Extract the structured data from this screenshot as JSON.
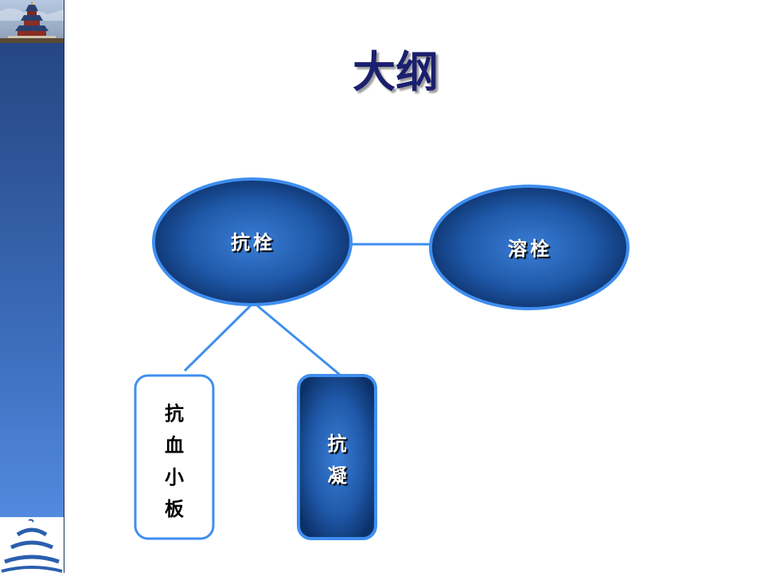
{
  "page": {
    "title": "大纲"
  },
  "diagram": {
    "nodes": {
      "antithrombotic": "抗栓",
      "thrombolytic": "溶栓",
      "antiplatelet": [
        "抗",
        "血",
        "小",
        "板"
      ],
      "anticoagulant": [
        "抗",
        "凝"
      ]
    }
  },
  "colors": {
    "ellipse_fill_center": "#3a7ed6",
    "ellipse_fill_edge": "#0c3068",
    "node_stroke": "#3f8ef0",
    "title": "#1a1f6e",
    "sidebar_top": "#23417c",
    "sidebar_bottom": "#5b93ea"
  }
}
